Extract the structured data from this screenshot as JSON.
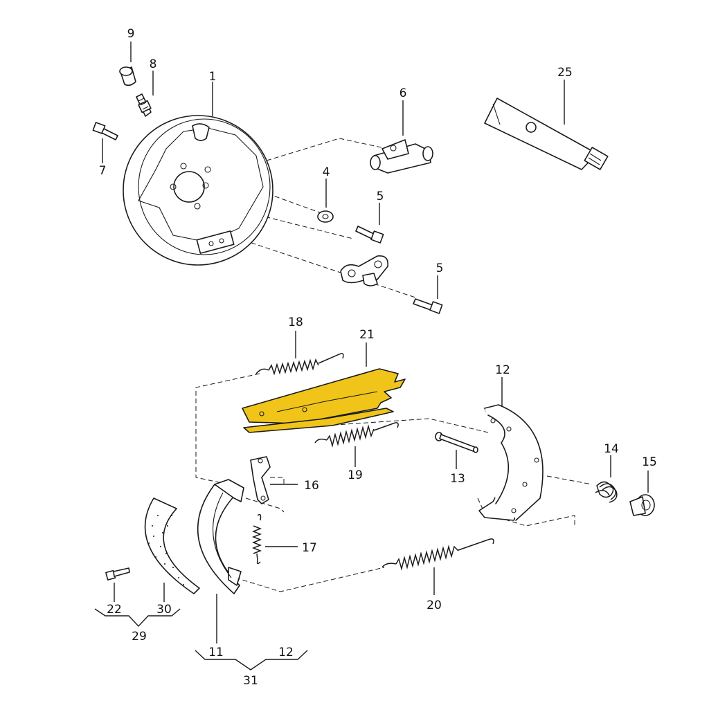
{
  "diagram": {
    "highlight_color": "#f0c419",
    "callouts": {
      "c1": "1",
      "c4": "4",
      "c5a": "5",
      "c5b": "5",
      "c6": "6",
      "c7": "7",
      "c8": "8",
      "c9": "9",
      "c11": "11",
      "c12a": "12",
      "c12b": "12",
      "c13": "13",
      "c14": "14",
      "c15": "15",
      "c16": "16",
      "c17": "17",
      "c18": "18",
      "c19": "19",
      "c20": "20",
      "c21": "21",
      "c22": "22",
      "c25": "25",
      "c29": "29",
      "c30": "30",
      "c31": "31"
    }
  }
}
